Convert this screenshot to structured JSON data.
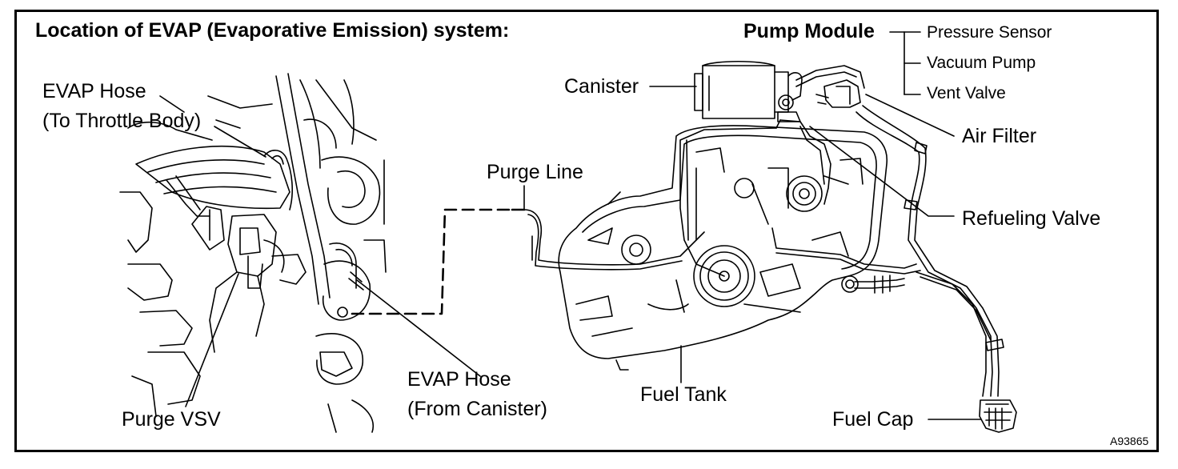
{
  "title": "Location of EVAP (Evaporative Emission) system:",
  "labels": {
    "evap_hose_throttle_line1": "EVAP Hose",
    "evap_hose_throttle_line2": "(To Throttle Body)",
    "purge_vsv": "Purge VSV",
    "purge_line": "Purge Line",
    "evap_hose_canister_line1": "EVAP Hose",
    "evap_hose_canister_line2": "(From Canister)",
    "fuel_tank": "Fuel Tank",
    "fuel_cap": "Fuel Cap",
    "canister": "Canister",
    "pump_module": "Pump Module",
    "pressure_sensor": "Pressure Sensor",
    "vacuum_pump": "Vacuum Pump",
    "vent_valve": "Vent Valve",
    "air_filter": "Air Filter",
    "refueling_valve": "Refueling Valve"
  },
  "figure_code": "A93865",
  "colors": {
    "ink": "#000000",
    "paper": "#ffffff"
  }
}
